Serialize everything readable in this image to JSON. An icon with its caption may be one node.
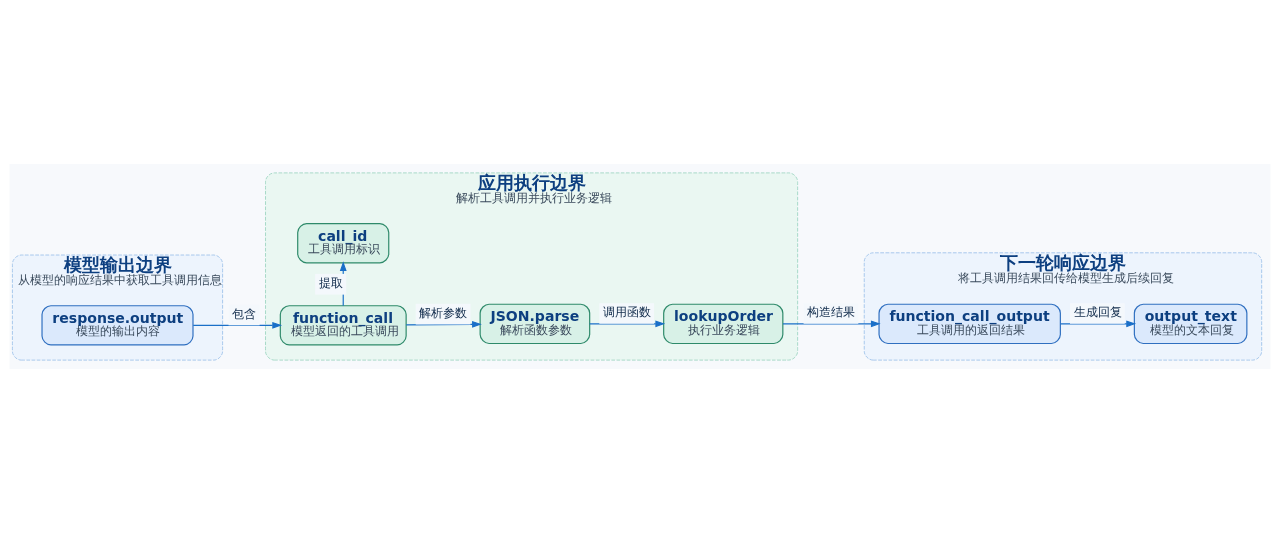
{
  "diagram": {
    "nodes": [
      {
        "text": [
          "模型输出边界",
          "从模型的响应结果中获取工具调用信息"
        ]
      },
      {
        "text": [
          "response.output",
          "模型的输出内容"
        ],
        "in": 0
      },
      {
        "text": [
          "应用执行边界",
          "解析工具调用并执行业务逻辑"
        ]
      },
      {
        "text": [
          "function_call",
          "模型返回的工具调用"
        ],
        "in": 2
      },
      {
        "text": [
          "JSON.parse",
          "解析函数参数"
        ],
        "in": 2
      },
      {
        "text": [
          "lookupOrder",
          "执行业务逻辑"
        ],
        "in": 2
      },
      {
        "text": [
          "call_id",
          "工具调用标识"
        ],
        "in": 2
      },
      {
        "text": [
          "下一轮响应边界",
          "将工具调用结果回传给模型生成后续回复"
        ]
      },
      {
        "text": [
          "function_call_output",
          "工具调用的返回结果"
        ],
        "in": 7
      },
      {
        "text": [
          "output_text",
          "模型的文本回复"
        ],
        "in": 7
      }
    ],
    "edges": [
      {
        "from": 1,
        "to": 3,
        "arrow": "to",
        "label": "包含"
      },
      {
        "from": 3,
        "to": 4,
        "arrow": "to",
        "label": "解析参数"
      },
      {
        "from": 4,
        "to": 5,
        "arrow": "to",
        "label": "调用函数"
      },
      {
        "from": 5,
        "to": 8,
        "arrow": "to",
        "label": "构造结果"
      },
      {
        "from": 8,
        "to": 9,
        "arrow": "to",
        "label": "生成回复"
      },
      {
        "from": 3,
        "to": 6,
        "arrow": "to",
        "label": "提取"
      }
    ]
  }
}
